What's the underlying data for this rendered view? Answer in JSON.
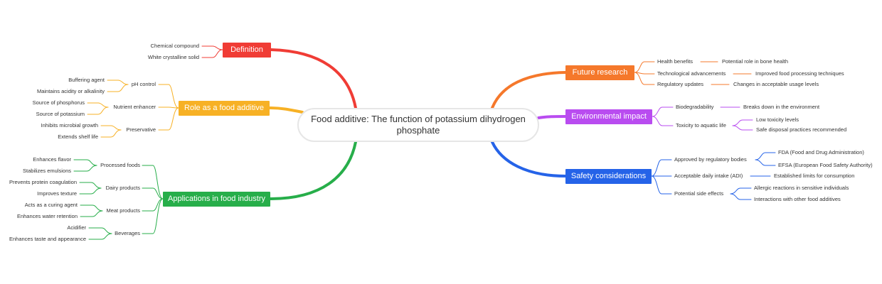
{
  "central": {
    "title": "Food additive: The function of potassium dihydrogen phosphate"
  },
  "colors": {
    "definition": "#f03c35",
    "role": "#f7b125",
    "applications": "#27ae4a",
    "future": "#f5782b",
    "environment": "#b94cf0",
    "safety": "#2563e8"
  },
  "branches": {
    "definition": {
      "label": "Definition",
      "children": [
        "Chemical compound",
        "White crystalline solid"
      ]
    },
    "role": {
      "label": "Role as a food additive",
      "children": [
        {
          "label": "pH control",
          "children": [
            "Buffering agent",
            "Maintains acidity or alkalinity"
          ]
        },
        {
          "label": "Nutrient enhancer",
          "children": [
            "Source of phosphorus",
            "Source of potassium"
          ]
        },
        {
          "label": "Preservative",
          "children": [
            "Inhibits microbial growth",
            "Extends shelf life"
          ]
        }
      ]
    },
    "applications": {
      "label": "Applications in food industry",
      "children": [
        {
          "label": "Processed foods",
          "children": [
            "Enhances flavor",
            "Stabilizes emulsions"
          ]
        },
        {
          "label": "Dairy products",
          "children": [
            "Prevents protein coagulation",
            "Improves texture"
          ]
        },
        {
          "label": "Meat products",
          "children": [
            "Acts as a curing agent",
            "Enhances water retention"
          ]
        },
        {
          "label": "Beverages",
          "children": [
            "Acidifier",
            "Enhances taste and appearance"
          ]
        }
      ]
    },
    "future": {
      "label": "Future research",
      "children": [
        {
          "label": "Health benefits",
          "children": [
            "Potential role in bone health"
          ]
        },
        {
          "label": "Technological advancements",
          "children": [
            "Improved food processing techniques"
          ]
        },
        {
          "label": "Regulatory updates",
          "children": [
            "Changes in acceptable usage levels"
          ]
        }
      ]
    },
    "environment": {
      "label": "Environmental impact",
      "children": [
        {
          "label": "Biodegradability",
          "children": [
            "Breaks down in the environment"
          ]
        },
        {
          "label": "Toxicity to aquatic life",
          "children": [
            "Low toxicity levels",
            "Safe disposal practices recommended"
          ]
        }
      ]
    },
    "safety": {
      "label": "Safety considerations",
      "children": [
        {
          "label": "Approved by regulatory bodies",
          "children": [
            "FDA (Food and Drug Administration)",
            "EFSA (European Food Safety Authority)"
          ]
        },
        {
          "label": "Acceptable daily intake (ADI)",
          "children": [
            "Established limits for consumption"
          ]
        },
        {
          "label": "Potential side effects",
          "children": [
            "Allergic reactions in sensitive individuals",
            "Interactions with other food additives"
          ]
        }
      ]
    }
  }
}
